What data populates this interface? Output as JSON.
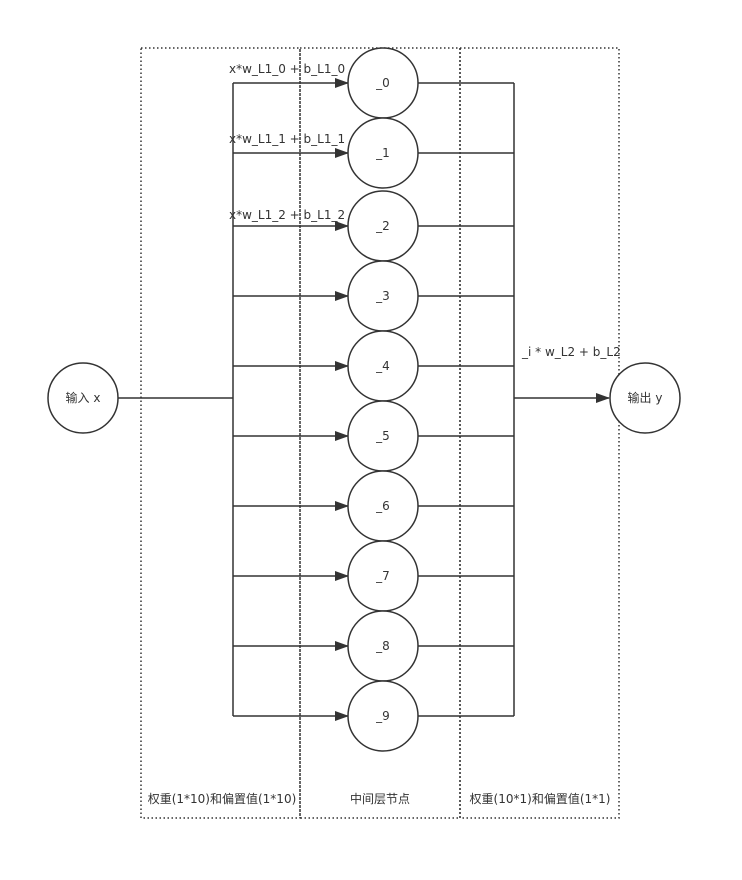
{
  "input_node": {
    "label": "输入 x"
  },
  "output_node": {
    "label": "输出 y"
  },
  "hidden_nodes": [
    "_0",
    "_1",
    "_2",
    "_3",
    "_4",
    "_5",
    "_6",
    "_7",
    "_8",
    "_9"
  ],
  "edge_labels": {
    "input_edges": [
      "x*w_L1_0 + b_L1_0",
      "x*w_L1_1 + b_L1_1",
      "x*w_L1_2 + b_L1_2"
    ],
    "output_edge": "_i * w_L2 + b_L2"
  },
  "regions": {
    "left": "权重(1*10)和偏置值(1*10)",
    "middle": "中间层节点",
    "right": "权重(10*1)和偏置值(1*1)"
  },
  "colors": {
    "line": "#333333",
    "text": "#333333",
    "background": "#ffffff"
  }
}
